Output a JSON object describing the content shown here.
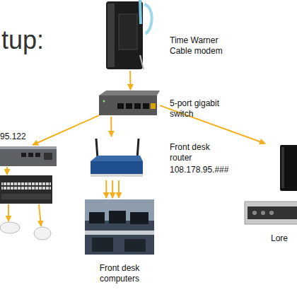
{
  "diagram": {
    "title": "tup:",
    "nodes": [
      {
        "text": [
          "Time Warner Cable modem"
        ]
      },
      {
        "text": [
          "5-port gigabit switch"
        ]
      },
      {
        "text": [
          "95.122"
        ]
      },
      {
        "text": [
          "Front desk router",
          "108.178.95.###"
        ]
      },
      {
        "text": [
          "Front desk computers"
        ]
      },
      {
        "text": [
          "Lore"
        ]
      }
    ],
    "edges": [
      {
        "from": 0,
        "to": 1,
        "arrow": "to"
      },
      {
        "from": 1,
        "to": 2,
        "arrow": "to"
      },
      {
        "from": 1,
        "to": 3,
        "arrow": "to"
      },
      {
        "from": 1,
        "to": 5,
        "arrow": "to"
      },
      {
        "from": 3,
        "to": 4,
        "arrow": "to"
      },
      {
        "from": 3,
        "to": 4,
        "arrow": "to"
      },
      {
        "from": 3,
        "to": 4,
        "arrow": "to"
      }
    ]
  }
}
